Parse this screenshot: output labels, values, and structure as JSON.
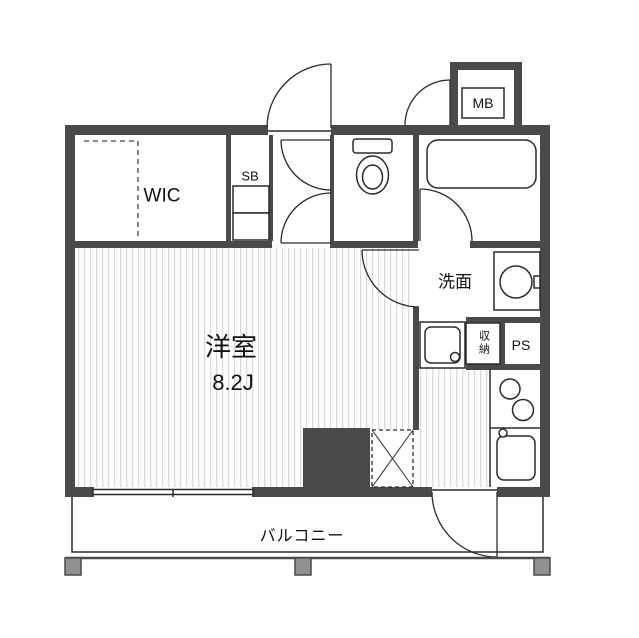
{
  "floorplan": {
    "rooms": {
      "main_room_name": "洋室",
      "main_room_size": "8.2J",
      "washroom": "洗面",
      "walk_in_closet": "WIC",
      "shoe_box": "SB",
      "meter_box": "MB",
      "storage": "収納",
      "pipe_space": "PS",
      "balcony": "バルコニー"
    },
    "colors": {
      "wall": "#4a4a4a",
      "line": "#2b2b2b",
      "floor_stripe": "#d9d9d9",
      "post": "#909090",
      "background": "#ffffff"
    }
  }
}
